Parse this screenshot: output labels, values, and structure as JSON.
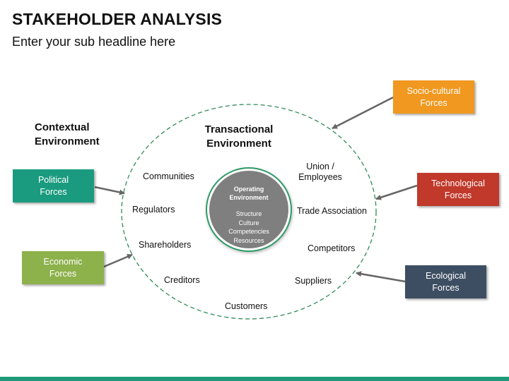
{
  "title": "STAKEHOLDER ANALYSIS",
  "subtitle": "Enter your sub headline here",
  "contextual": [
    "Contextual",
    "Environment"
  ],
  "transactional": [
    "Transactional",
    "Environment"
  ],
  "forces": {
    "political": {
      "lines": [
        "Political",
        "Forces"
      ],
      "color": "#1a9b7f"
    },
    "economic": {
      "lines": [
        "Economic",
        "Forces"
      ],
      "color": "#8db14b"
    },
    "sociocultural": {
      "lines": [
        "Socio-cultural",
        "Forces"
      ],
      "color": "#f0981f"
    },
    "technological": {
      "lines": [
        "Technological",
        "Forces"
      ],
      "color": "#c0392b"
    },
    "ecological": {
      "lines": [
        "Ecological",
        "Forces"
      ],
      "color": "#3d4e63"
    }
  },
  "stakeholders": {
    "communities": "Communities",
    "regulators": "Regulators",
    "shareholders": "Shareholders",
    "creditors": "Creditors",
    "customers": "Customers",
    "suppliers": "Suppliers",
    "competitors": "Competitors",
    "trade_association": "Trade Association",
    "union": [
      "Union /",
      "Employees"
    ]
  },
  "operating": {
    "title": [
      "Operating",
      "Environment"
    ],
    "items": [
      "Structure",
      "Culture",
      "Competencies",
      "Resources"
    ]
  }
}
